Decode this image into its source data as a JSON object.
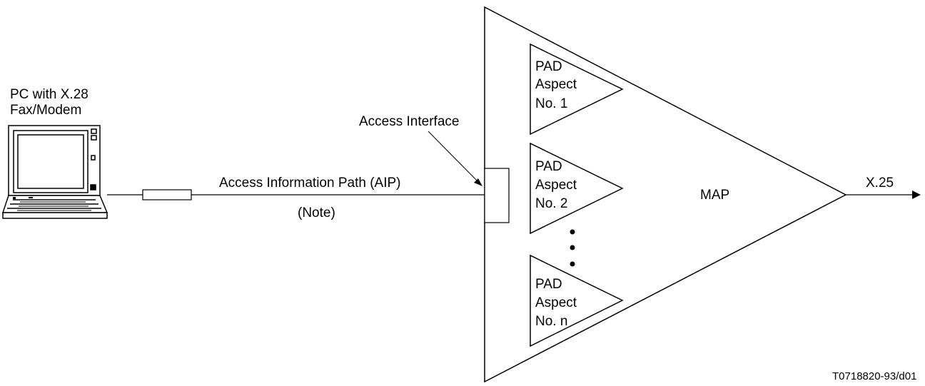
{
  "pc": {
    "label_line1": "PC with  X.28",
    "label_line2": "Fax/Modem"
  },
  "access_interface_label": "Access Interface",
  "path_label": "Access Information Path (AIP)",
  "note_label": "(Note)",
  "pad_aspects": [
    {
      "line1": "PAD",
      "line2": "Aspect",
      "line3": "No. 1"
    },
    {
      "line1": "PAD",
      "line2": "Aspect",
      "line3": "No. 2"
    },
    {
      "line1": "PAD",
      "line2": "Aspect",
      "line3": "No. n"
    }
  ],
  "map_label": "MAP",
  "output_label": "X.25",
  "figure_id": "T0718820-93/d01"
}
